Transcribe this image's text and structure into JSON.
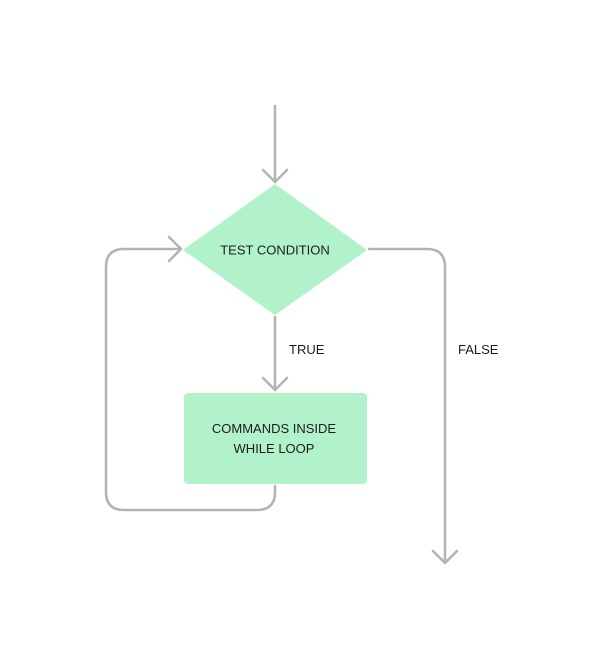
{
  "diagram": {
    "decision": {
      "label": "TEST CONDITION"
    },
    "process": {
      "label_lines": [
        "COMMANDS INSIDE",
        "WHILE LOOP"
      ]
    },
    "edges": {
      "true_label": "TRUE",
      "false_label": "FALSE"
    }
  },
  "colors": {
    "node_fill": "#b1f2ca",
    "connector": "#b3b3b3",
    "text": "#1c1c1c",
    "background": "#ffffff"
  }
}
